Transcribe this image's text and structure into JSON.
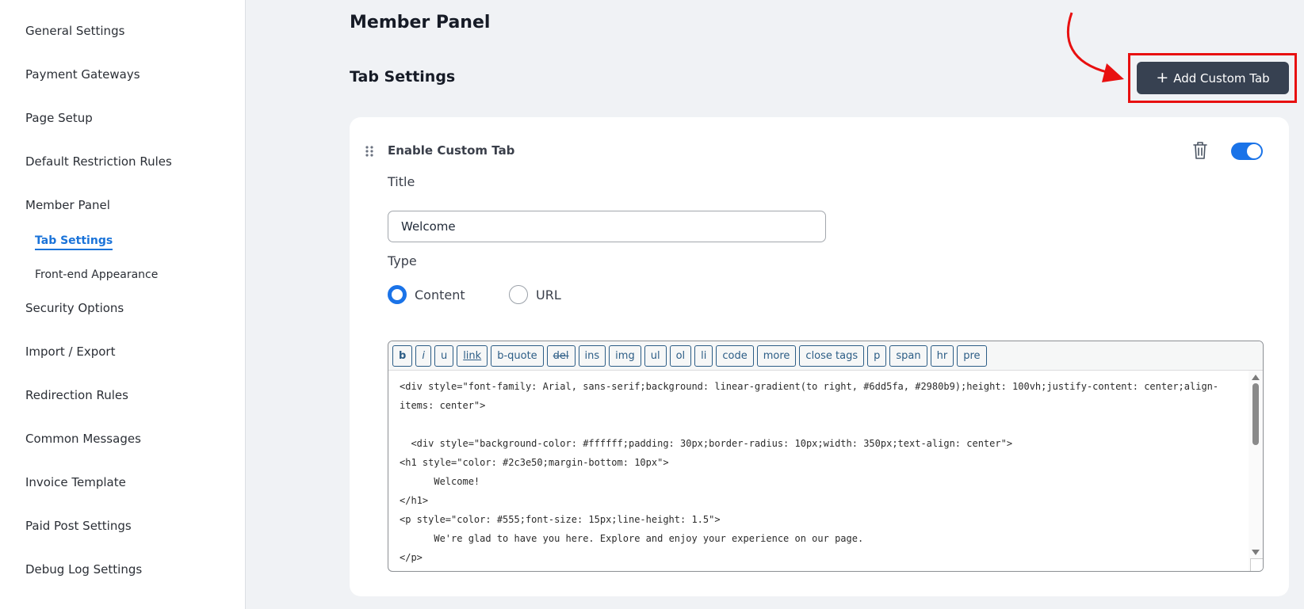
{
  "sidebar": {
    "items": [
      {
        "label": "General Settings"
      },
      {
        "label": "Payment Gateways"
      },
      {
        "label": "Page Setup"
      },
      {
        "label": "Default Restriction Rules"
      },
      {
        "label": "Member Panel"
      },
      {
        "label": "Security Options"
      },
      {
        "label": "Import / Export"
      },
      {
        "label": "Redirection Rules"
      },
      {
        "label": "Common Messages"
      },
      {
        "label": "Invoice Template"
      },
      {
        "label": "Paid Post Settings"
      },
      {
        "label": "Debug Log Settings"
      }
    ],
    "sub_items": [
      {
        "label": "Tab Settings",
        "active": true
      },
      {
        "label": "Front-end Appearance",
        "active": false
      }
    ]
  },
  "main": {
    "page_title": "Member Panel",
    "section_title": "Tab Settings",
    "add_button": {
      "icon": "plus-icon",
      "label": "Add Custom Tab"
    },
    "annotation_color": "#e81010",
    "card": {
      "title": "Enable Custom Tab",
      "enabled": true,
      "title_label": "Title",
      "title_value": "Welcome",
      "type_label": "Type",
      "type_options": [
        {
          "label": "Content",
          "checked": true
        },
        {
          "label": "URL",
          "checked": false
        }
      ],
      "toolbar_buttons": [
        "b",
        "i",
        "u",
        "link",
        "b-quote",
        "del",
        "ins",
        "img",
        "ul",
        "ol",
        "li",
        "code",
        "more",
        "close tags",
        "p",
        "span",
        "hr",
        "pre"
      ],
      "code": "<div style=\"font-family: Arial, sans-serif;background: linear-gradient(to right, #6dd5fa, #2980b9);height: 100vh;justify-content: center;align-items: center\">\n\n  <div style=\"background-color: #ffffff;padding: 30px;border-radius: 10px;width: 350px;text-align: center\">\n<h1 style=\"color: #2c3e50;margin-bottom: 10px\">\n      Welcome!\n</h1>\n<p style=\"color: #555;font-size: 15px;line-height: 1.5\">\n      We're glad to have you here. Explore and enjoy your experience on our page.\n</p>"
    }
  },
  "colors": {
    "accent": "#1a73e8",
    "button_dark": "#374151",
    "background": "#f0f2f5"
  }
}
